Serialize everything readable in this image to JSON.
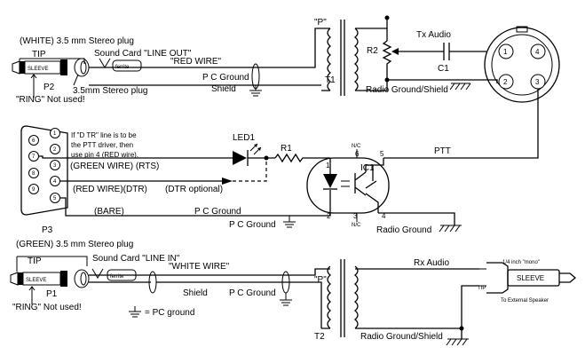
{
  "top_plug": {
    "title": "(WHITE) 3.5 mm Stereo plug",
    "tip": "TIP",
    "ref": "P2",
    "ring_note": "\"RING\" Not used!",
    "plug_caption": "3.5mm Stereo plug"
  },
  "top_line": {
    "sound_card": "Sound Card \"LINE OUT\"",
    "wire": "\"RED WIRE\"",
    "pc_ground": "P C Ground",
    "shield": "Shield"
  },
  "transformer1": {
    "p": "\"P\"",
    "ref": "T1"
  },
  "right_top": {
    "r2": "R2",
    "tx_audio": "Tx Audio",
    "c1": "C1",
    "radio_ground": "Radio Ground/Shield",
    "xlr_pins": [
      "1",
      "4",
      "2",
      "3"
    ]
  },
  "db9": {
    "ref": "P3",
    "pins": [
      "6",
      "7",
      "8",
      "9",
      "1",
      "2",
      "3",
      "4",
      "5"
    ],
    "note_lines": [
      "If \"D TR\" line is to be",
      "the PTT driver, then",
      "use pin 4 (RED wire)."
    ]
  },
  "middle": {
    "led": "LED1",
    "r1": "R1",
    "green_wire": "(GREEN WIRE) (RTS)",
    "red_wire": "(RED WIRE)(DTR)",
    "dtr_optional": "(DTR optional)",
    "bare": "(BARE)",
    "pc_ground_a": "P C Ground",
    "pc_ground_b": "P C Ground",
    "ic": "IC1",
    "ptt": "PTT",
    "nc_top": "N/C",
    "nc_bottom": "N/C",
    "radio_ground": "Radio Ground",
    "ic_pins": [
      "1",
      "6",
      "5",
      "2",
      "3",
      "4"
    ]
  },
  "bottom_plug": {
    "title": "(GREEN) 3.5 mm Stereo plug",
    "tip": "TIP",
    "ref": "P1",
    "ring_note": "\"RING\" Not used!",
    "legend": "= PC ground"
  },
  "bottom_line": {
    "sound_card": "Sound Card \"LINE IN\"",
    "wire": "\"WHITE WIRE\"",
    "shield": "Shield",
    "pc_ground": "P C Ground",
    "rx_audio": "Rx Audio",
    "radio_ground": "Radio Ground/Shield"
  },
  "transformer2": {
    "p": "\"P\"",
    "ref": "T2"
  },
  "speaker_plug": {
    "caption": "1/4 inch \"mono\"",
    "sleeve": "SLEEVE",
    "tip_small": "TIP",
    "to_speaker": "To External Speaker"
  }
}
